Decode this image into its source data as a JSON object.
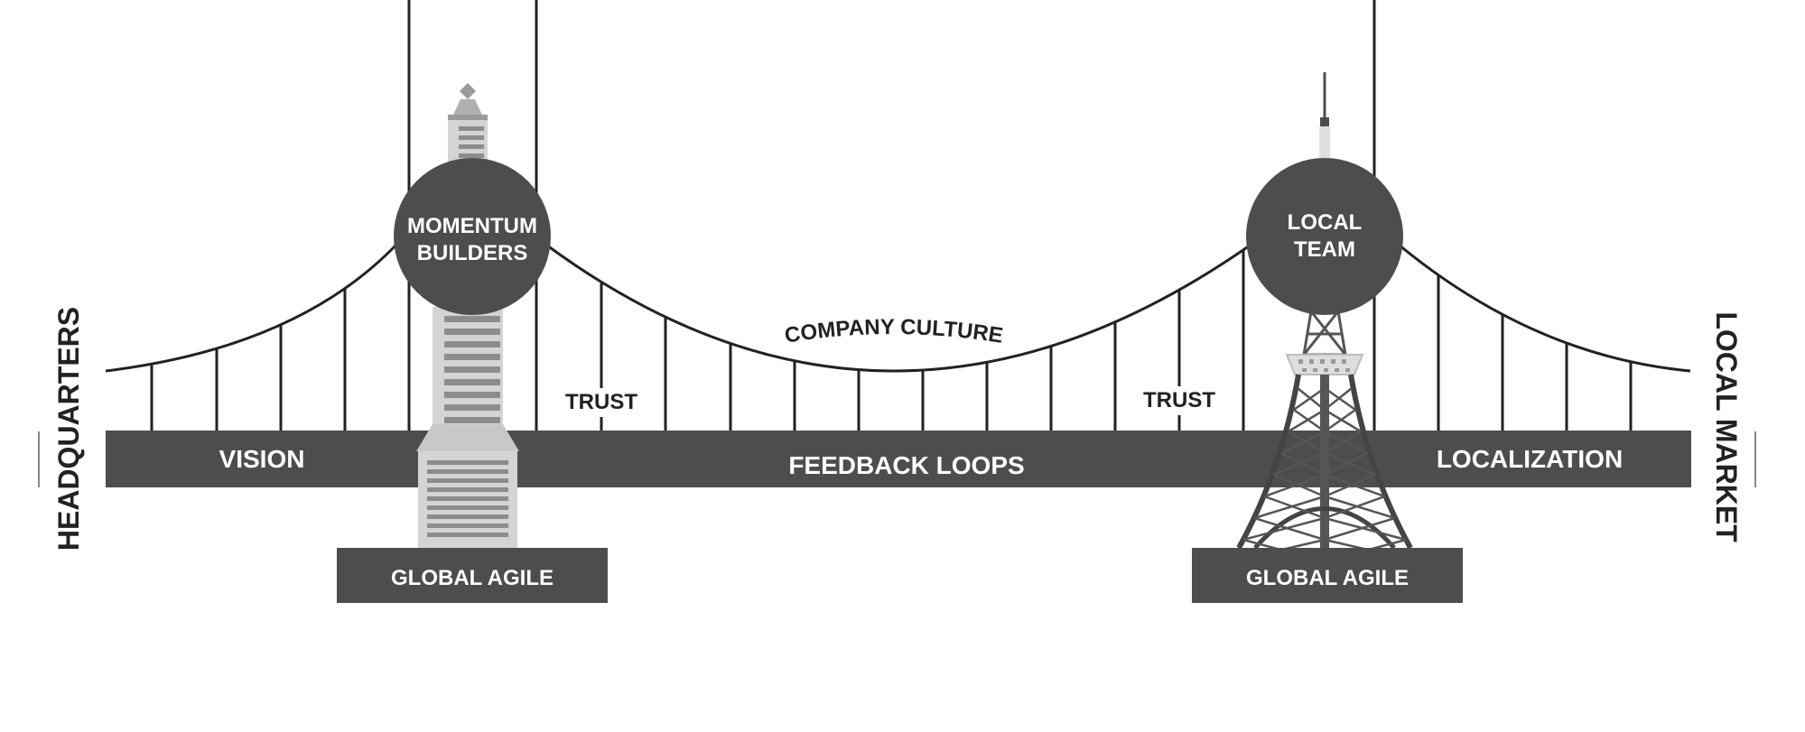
{
  "side_labels": {
    "left": "HEADQUARTERS",
    "right": "LOCAL MARKET"
  },
  "circles": {
    "left": {
      "line1": "MOMENTUM",
      "line2": "BUILDERS"
    },
    "right": {
      "line1": "LOCAL",
      "line2": "TEAM"
    }
  },
  "cable_label": "COMPANY CULTURE",
  "trust_labels": {
    "left": "TRUST",
    "right": "TRUST"
  },
  "deck_labels": {
    "left": "VISION",
    "center": "FEEDBACK LOOPS",
    "right": "LOCALIZATION"
  },
  "bases": {
    "left": "GLOBAL AGILE",
    "right": "GLOBAL AGILE"
  },
  "colors": {
    "dark": "#4d4d4d",
    "building_light": "#d4d4d4",
    "building_mid": "#a8a8a8",
    "line": "#222222"
  },
  "icons": {
    "left_tower": "skyscraper-icon",
    "right_tower": "tokyo-tower-icon"
  }
}
